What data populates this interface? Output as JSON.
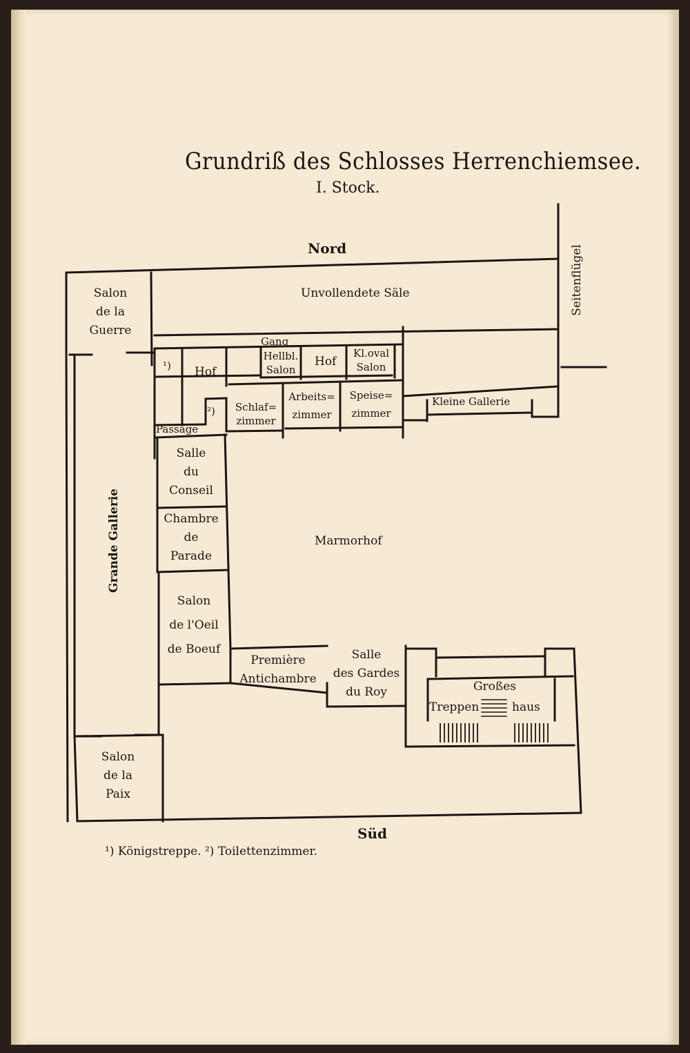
{
  "title": "Grundriß des Schlosses Herrenchiemsee.",
  "subtitle": "I. Stock.",
  "compass": {
    "north": "Nord",
    "south": "Süd"
  },
  "rooms": {
    "salon_guerre": [
      "Salon",
      "de la",
      "Guerre"
    ],
    "unvollendete": "Unvollendete Säle",
    "seitenfluegel": "Seitenflügel",
    "gang": "Gang",
    "mark1": "¹)",
    "hof1": "Hof",
    "hellbl": [
      "Hellbl.",
      "Salon"
    ],
    "hof2": "Hof",
    "kloval": [
      "Kl.oval",
      "Salon"
    ],
    "mark2": "²)",
    "schlaf": [
      "Schlaf=",
      "zimmer"
    ],
    "arbeits": [
      "Arbeits=",
      "zimmer"
    ],
    "speise": [
      "Speise=",
      "zimmer"
    ],
    "kleine": "Kleine Gallerie",
    "passage": "Passage",
    "conseil": [
      "Salle",
      "du",
      "Conseil"
    ],
    "parade": [
      "Chambre",
      "de",
      "Parade"
    ],
    "marmorhof": "Marmorhof",
    "grande": "Grande Gallerie",
    "oeil": [
      "Salon",
      "de l'Oeil",
      "de Boeuf"
    ],
    "premiere": [
      "Première",
      "Antichambre"
    ],
    "gardes": [
      "Salle",
      "des Gardes",
      "du Roy"
    ],
    "treppen": [
      "Großes",
      "Treppen",
      "haus"
    ],
    "paix": [
      "Salon",
      "de la",
      "Paix"
    ]
  },
  "footnote": "¹) Königstreppe.  ²) Toilettenzimmer."
}
